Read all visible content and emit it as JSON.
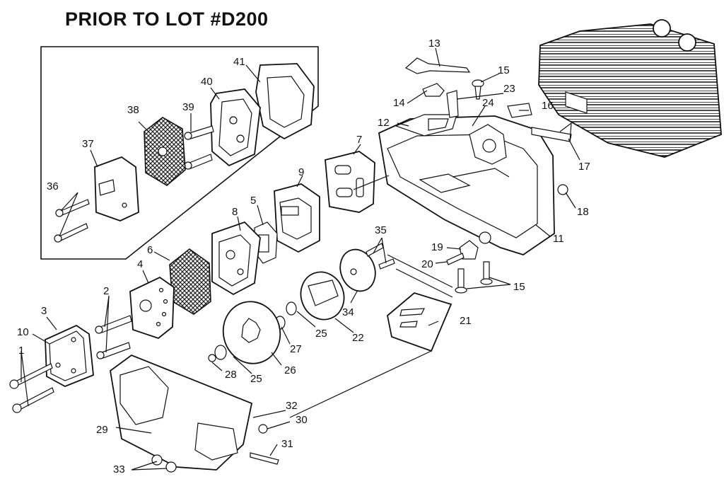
{
  "title": "PRIOR TO LOT #D200",
  "callouts": {
    "c1": "1",
    "c2": "2",
    "c3": "3",
    "c4": "4",
    "c5": "5",
    "c6": "6",
    "c7": "7",
    "c8": "8",
    "c9": "9",
    "c10": "10",
    "c11": "11",
    "c12": "12",
    "c13": "13",
    "c14": "14",
    "c15a": "15",
    "c15b": "15",
    "c16": "16",
    "c17": "17",
    "c18": "18",
    "c19": "19",
    "c20": "20",
    "c21": "21",
    "c22": "22",
    "c23": "23",
    "c24": "24",
    "c25a": "25",
    "c25b": "25",
    "c26": "26",
    "c27": "27",
    "c28": "28",
    "c29": "29",
    "c30": "30",
    "c31": "31",
    "c32": "32",
    "c33": "33",
    "c34": "34",
    "c35": "35",
    "c36": "36",
    "c37": "37",
    "c38": "38",
    "c39": "39",
    "c40": "40",
    "c41": "41"
  }
}
